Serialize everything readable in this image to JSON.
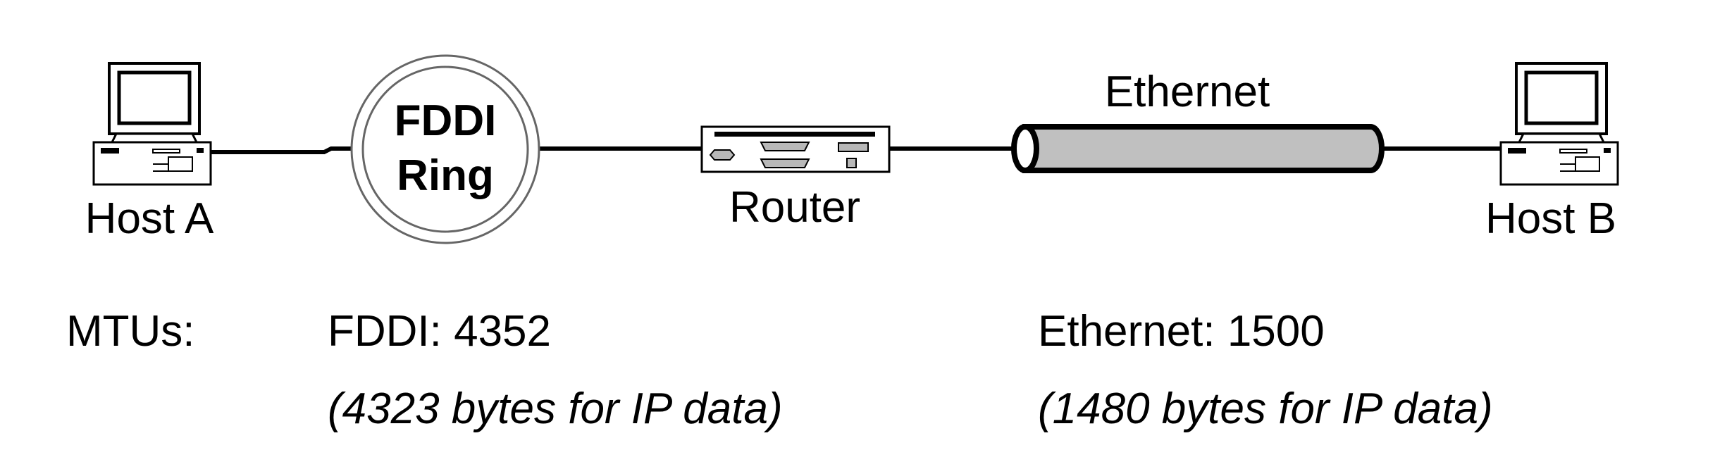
{
  "labels": {
    "host_a": "Host A",
    "host_b": "Host B",
    "fddi_line1": "FDDI",
    "fddi_line2": "Ring",
    "router": "Router",
    "ethernet": "Ethernet"
  },
  "mtus": {
    "heading": "MTUs:",
    "fddi": "FDDI: 4352",
    "fddi_note": "(4323 bytes for IP data)",
    "ethernet": "Ethernet: 1500",
    "ethernet_note": "(1480 bytes for IP data)"
  },
  "colors": {
    "line": "#000000",
    "cable_fill": "#c0c0c0",
    "router_port_fill": "#b8b8b8"
  }
}
